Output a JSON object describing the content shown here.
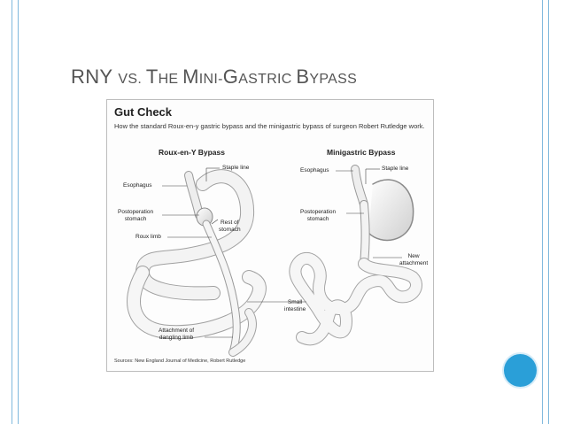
{
  "slide": {
    "title_part1": "RNY ",
    "title_vs": "VS. ",
    "title_T": "T",
    "title_he": "HE ",
    "title_M": "M",
    "title_ini": "INI-",
    "title_G": "G",
    "title_astric": "ASTRIC ",
    "title_B": "B",
    "title_ypass": "YPASS"
  },
  "figure": {
    "title": "Gut Check",
    "subtitle": "How the standard Roux-en-y gastric bypass and the minigastric bypass of surgeon Robert Rutledge work.",
    "left_panel_title": "Roux-en-Y Bypass",
    "right_panel_title": "Minigastric Bypass",
    "labels": {
      "staple_line_left": "Staple line",
      "esophagus_left": "Esophagus",
      "postop_stomach_left": "Postoperation\nstomach",
      "rest_of_stomach": "Rest of\nstomach",
      "roux_limb": "Roux limb",
      "attachment_dangling": "Attachment of\ndangling limb",
      "esophagus_right": "Esophagus",
      "staple_line_right": "Staple line",
      "postop_stomach_right": "Postoperation\nstomach",
      "new_attachment": "New\nattachment",
      "small_intestine": "Small\nintestine"
    },
    "source": "Sources: New England Journal of Medicine, Robert Rutledge"
  },
  "colors": {
    "accent_line": "#7fb9dd",
    "fab": "#2a9fd8"
  }
}
